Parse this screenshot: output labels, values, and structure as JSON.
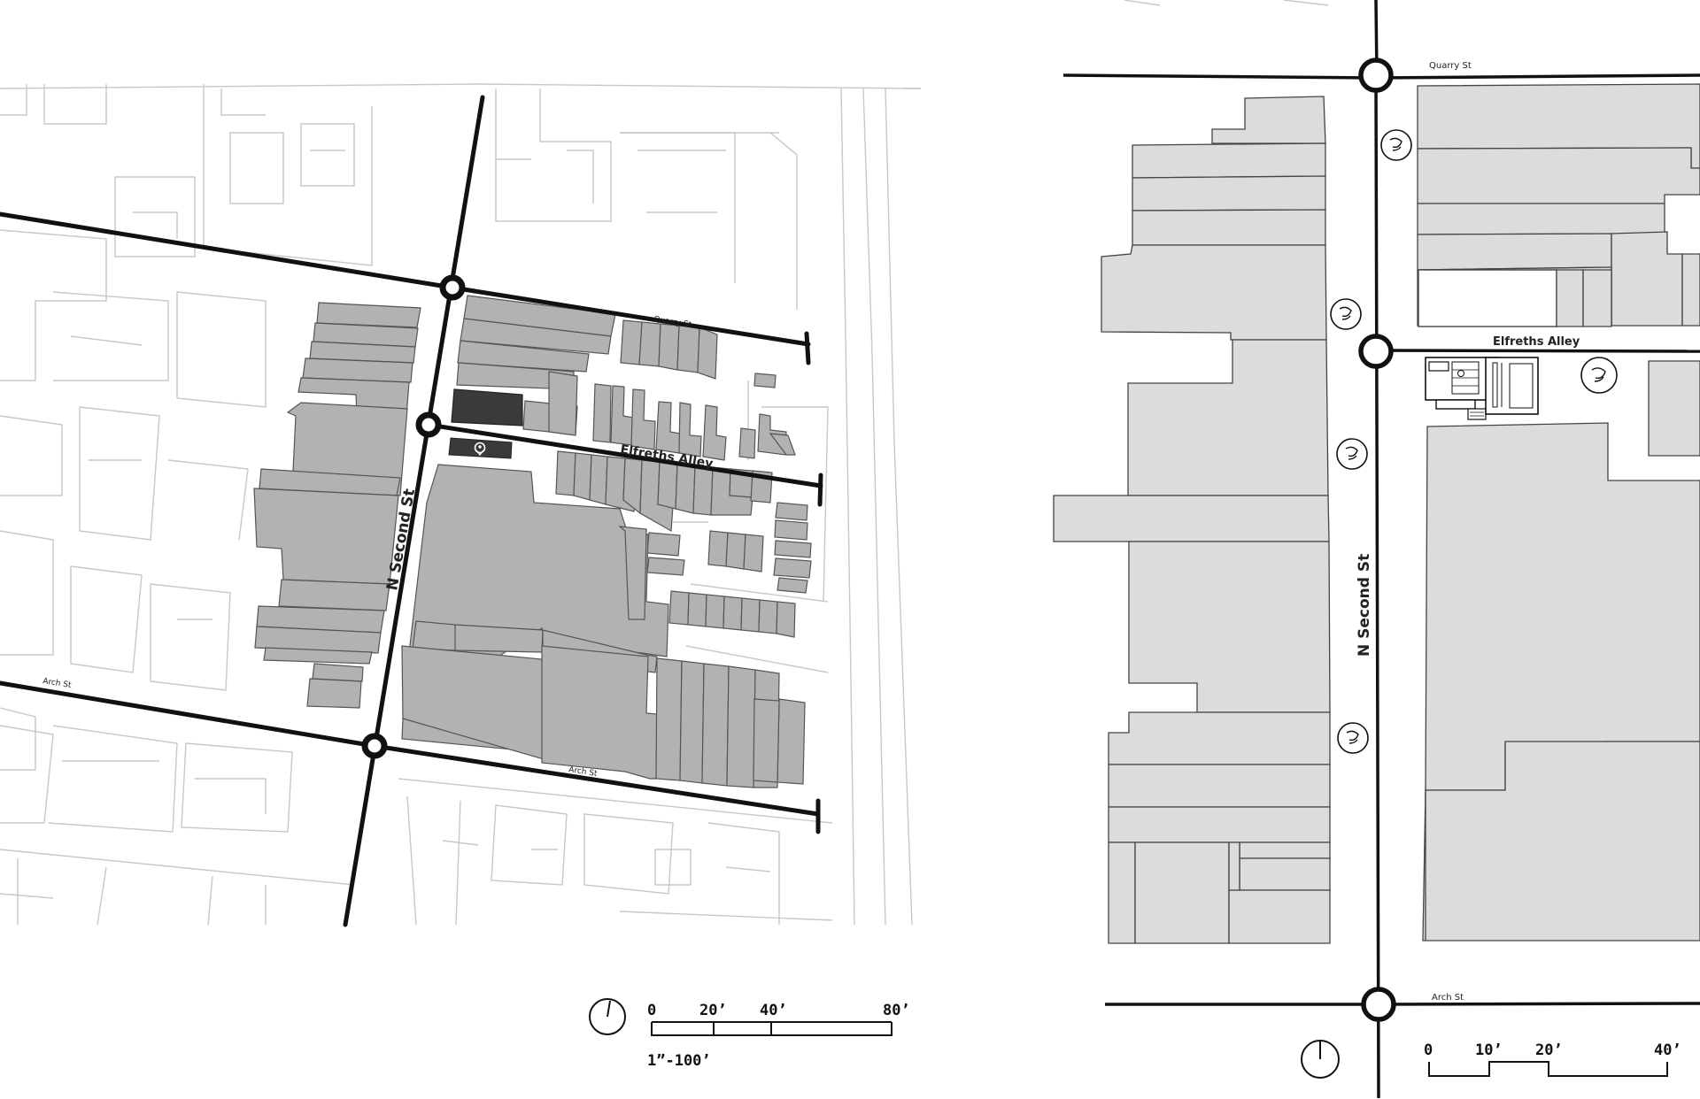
{
  "left_map": {
    "streets": {
      "quarry": "Quarry St",
      "elfreths": "Elfreths Alley",
      "second": "N Second St",
      "arch_west": "Arch St",
      "arch_east": "Arch St"
    },
    "scale": {
      "ticks": [
        "0",
        "20’",
        "40’",
        "80’"
      ],
      "ratio": "1”-100’"
    },
    "icons": [
      "north-arrow-icon",
      "location-pin-icon"
    ]
  },
  "right_map": {
    "streets": {
      "quarry": "Quarry St",
      "elfreths": "Elfreths Alley",
      "second": "N Second St",
      "arch": "Arch St"
    },
    "scale": {
      "ticks": [
        "0",
        "10’",
        "20’",
        "40’"
      ]
    },
    "icons": [
      "north-arrow-icon",
      "tree-icon"
    ]
  },
  "colors": {
    "building": "#b2b2b3",
    "building_light": "#dcdcdc",
    "highlight_building": "#3a3a3a",
    "context_lines": "#c8c8c8",
    "street": "#111111"
  }
}
